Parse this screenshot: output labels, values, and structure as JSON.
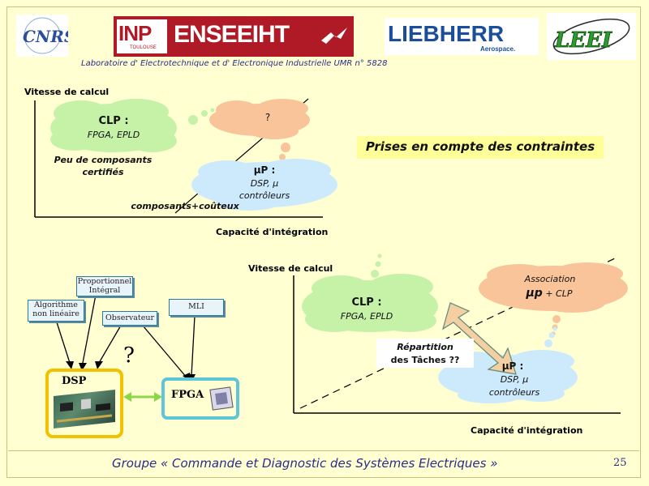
{
  "header": {
    "logos": {
      "cnrs": "CNRS",
      "inp": "INP",
      "inp_sub": "TOULOUSE",
      "enseeiht": "ENSEEIHT",
      "liebherr": "LIEBHERR",
      "liebherr_sub": "Aerospace.",
      "leei": "LEEI"
    },
    "laboratory": "Laboratoire d' Electrotechnique et d' Electronique Industrielle UMR n° 5828"
  },
  "top_chart": {
    "ylabel": "Vitesse de calcul",
    "xlabel": "Capacité d'intégration",
    "clp_title": "CLP :",
    "clp_sub": "FPGA, EPLD",
    "question": "?",
    "up_title": "µP :",
    "up_sub1": "DSP, µ",
    "up_sub2": "contrôleurs",
    "note_left1": "Peu de composants",
    "note_left2": "certifiés",
    "note_bottom": "composants+coûteux"
  },
  "banner": "Prises en compte des contraintes",
  "block_diagram": {
    "proportionnel1": "Proportionnel",
    "proportionnel2": "Intégral",
    "algorithme1": "Algorithme",
    "algorithme2": "non linéaire",
    "observateur": "Observateur",
    "mli": "MLI",
    "question": "?",
    "dsp": "DSP",
    "fpga": "FPGA"
  },
  "bottom_chart": {
    "ylabel": "Vitesse de calcul",
    "xlabel": "Capacité d'intégration",
    "clp_title": "CLP :",
    "clp_sub": "FPGA, EPLD",
    "association1": "Association",
    "association2_mu": "µp",
    "association2_rest": "+ CLP",
    "repartition1": "Répartition",
    "repartition2": "des Tâches ??",
    "up_title": "µP :",
    "up_sub1": "DSP, µ",
    "up_sub2": "contrôleurs"
  },
  "footer": {
    "group": "Groupe «  Commande et Diagnostic des Systèmes Electriques »",
    "page": "25"
  },
  "colors": {
    "background": "#ffffd2",
    "green_cloud": "#c6f2a8",
    "salmon_cloud": "#f9c49a",
    "blue_cloud": "#cdeafc",
    "dsp_border": "#f2c200",
    "fpga_border": "#5fc6d8",
    "banner_bg": "#ffff99",
    "footer_text": "#2b2b8a"
  }
}
